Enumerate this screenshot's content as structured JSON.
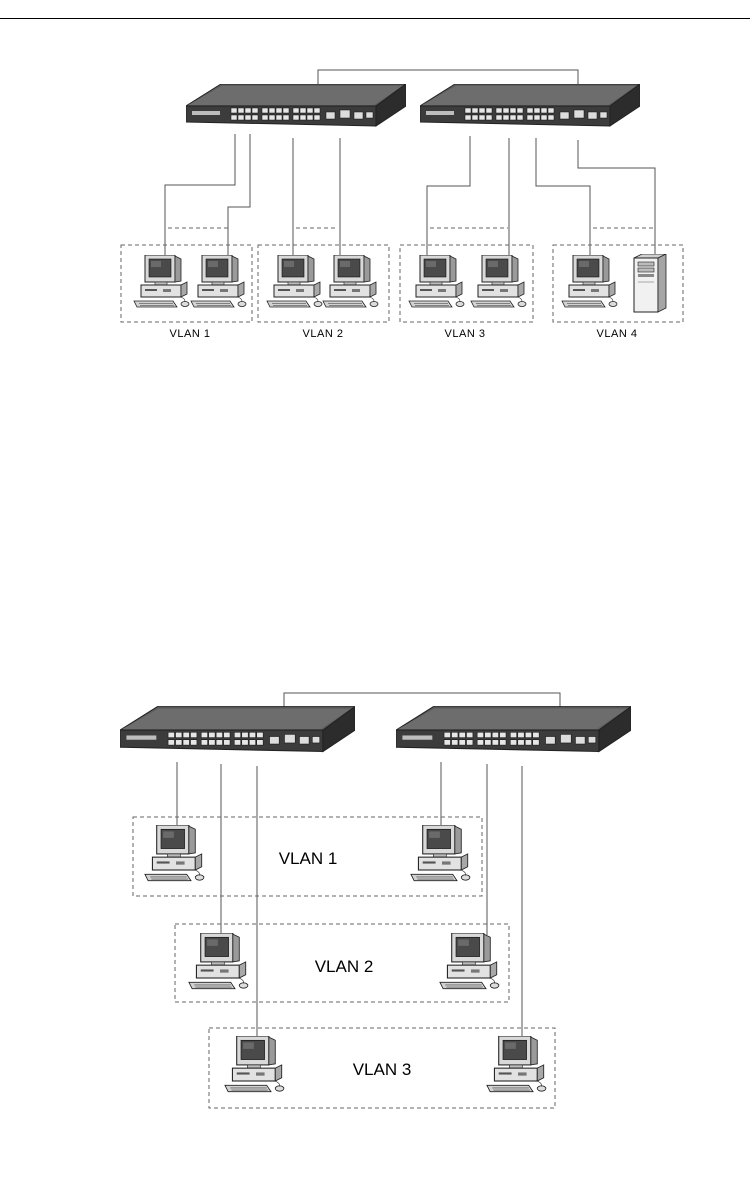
{
  "top_diagram": {
    "vlan_labels": [
      "VLAN 1",
      "VLAN 2",
      "VLAN 3",
      "VLAN 4"
    ]
  },
  "bottom_diagram": {
    "vlan_labels": [
      "VLAN 1",
      "VLAN 2",
      "VLAN 3"
    ]
  },
  "icons": {
    "switch": "network-switch-icon",
    "desktop": "desktop-computer-icon",
    "server": "tower-server-icon"
  }
}
